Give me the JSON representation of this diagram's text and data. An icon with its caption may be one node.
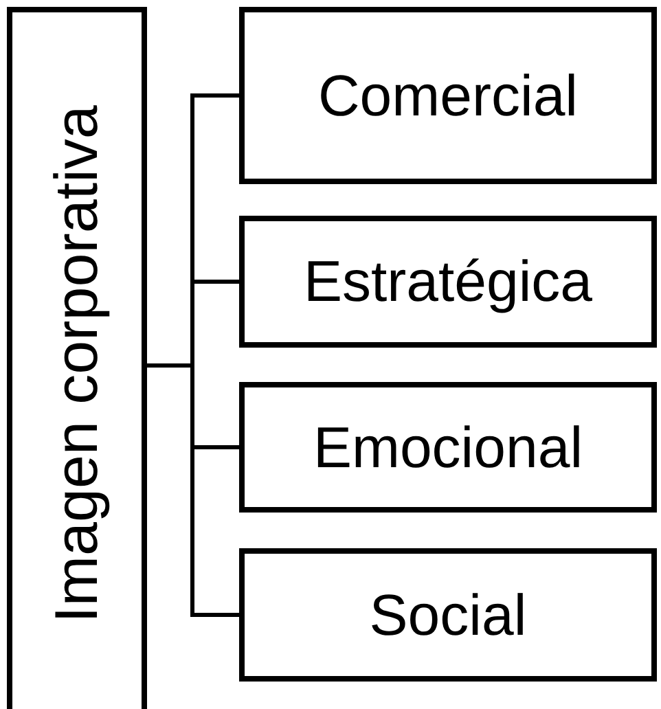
{
  "diagram": {
    "nodes": [
      {
        "text": [
          "Imagen corporativa"
        ]
      },
      {
        "text": [
          "Comercial"
        ]
      },
      {
        "text": [
          "Estratégica"
        ]
      },
      {
        "text": [
          "Emocional"
        ]
      },
      {
        "text": [
          "Social"
        ]
      }
    ],
    "edges": [
      {
        "from": 0,
        "to": 1,
        "arrow": "none"
      },
      {
        "from": 0,
        "to": 2,
        "arrow": "none"
      },
      {
        "from": 0,
        "to": 3,
        "arrow": "none"
      },
      {
        "from": 0,
        "to": 4,
        "arrow": "none"
      }
    ]
  }
}
